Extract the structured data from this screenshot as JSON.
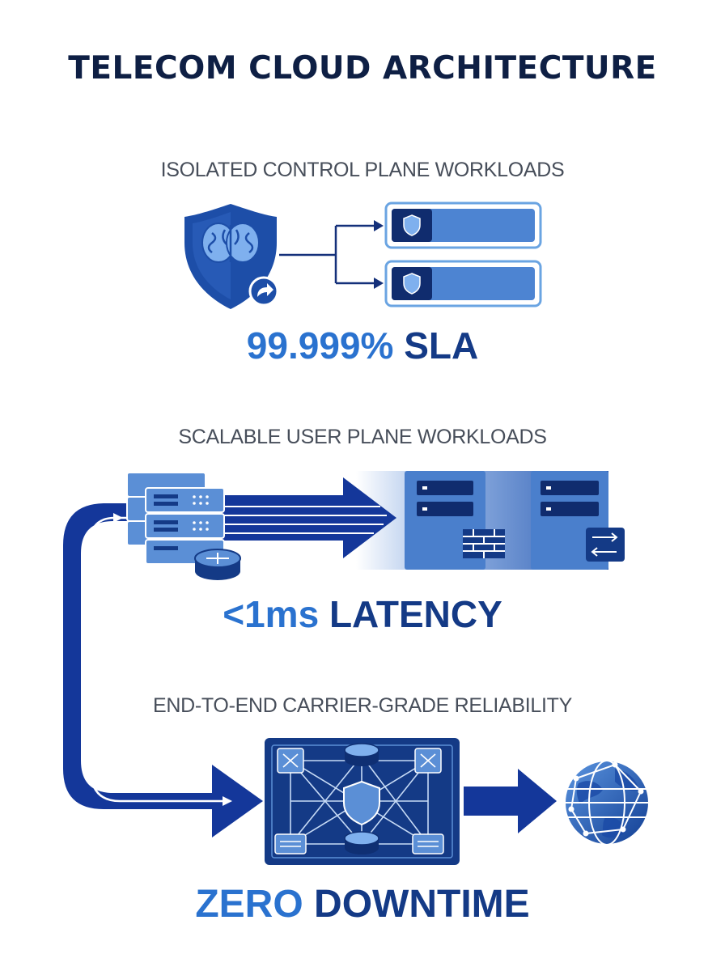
{
  "title": "TELECOM CLOUD ARCHITECTURE",
  "sections": [
    {
      "label": "ISOLATED CONTROL PLANE WORKLOADS",
      "metric_accent": "99.999%",
      "metric_rest": "SLA"
    },
    {
      "label": "SCALABLE USER PLANE WORKLOADS",
      "metric_accent": "<1ms",
      "metric_rest": "LATENCY"
    },
    {
      "label": "END-TO-END CARRIER-GRADE RELIABILITY",
      "metric_accent": "ZERO",
      "metric_rest": "DOWNTIME"
    }
  ],
  "colors": {
    "navy": "#0e1f44",
    "primary_blue": "#143a86",
    "accent_blue": "#2a72cf",
    "light_blue": "#5b8fd6"
  },
  "icons": [
    "brain-shield-icon",
    "shield-icon",
    "server-stack-icon",
    "router-icon",
    "firewall-icon",
    "switch-icon",
    "mesh-network-icon",
    "globe-icon"
  ]
}
